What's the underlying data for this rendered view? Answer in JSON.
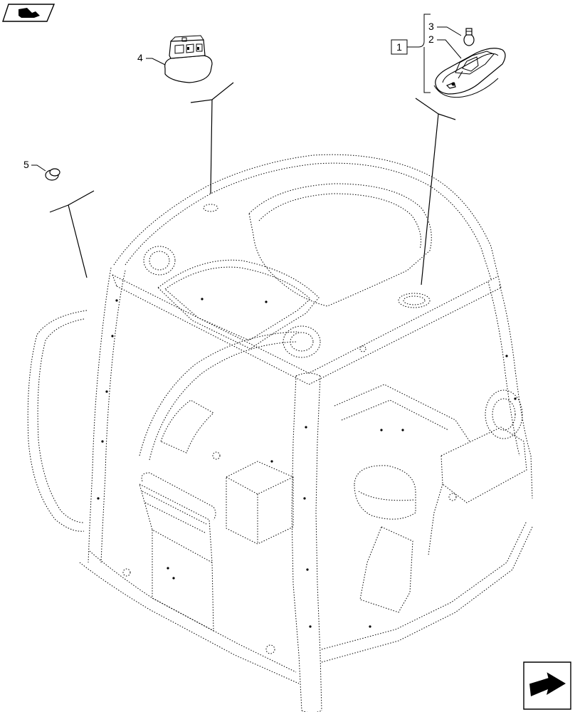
{
  "callouts": {
    "c1": "1",
    "c2": "2",
    "c3": "3",
    "c4": "4",
    "c5": "5"
  },
  "icons": {
    "top_left": "book-page-icon",
    "bottom_right": "next-page-arrow-icon"
  }
}
